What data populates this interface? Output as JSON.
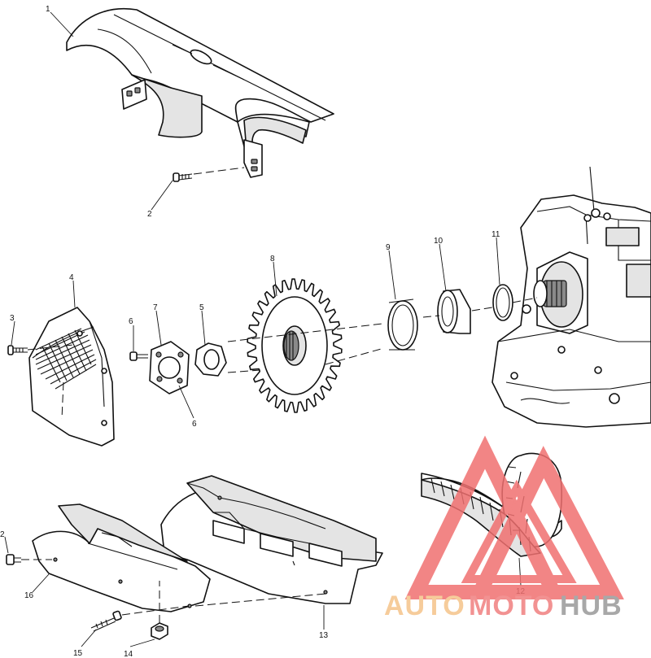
{
  "callouts": [
    {
      "id": "c1",
      "label": "1"
    },
    {
      "id": "c2a",
      "label": "2"
    },
    {
      "id": "c2b",
      "label": "2"
    },
    {
      "id": "c3",
      "label": "3"
    },
    {
      "id": "c4",
      "label": "4"
    },
    {
      "id": "c5",
      "label": "5"
    },
    {
      "id": "c6a",
      "label": "6"
    },
    {
      "id": "c6b",
      "label": "6"
    },
    {
      "id": "c7",
      "label": "7"
    },
    {
      "id": "c8",
      "label": "8"
    },
    {
      "id": "c9",
      "label": "9"
    },
    {
      "id": "c10",
      "label": "10"
    },
    {
      "id": "c11",
      "label": "11"
    },
    {
      "id": "c12",
      "label": "12"
    },
    {
      "id": "c13",
      "label": "13"
    },
    {
      "id": "c14",
      "label": "14"
    },
    {
      "id": "c15",
      "label": "15"
    },
    {
      "id": "c16",
      "label": "16"
    }
  ],
  "watermark": {
    "word_a": "AUTO",
    "word_b": "MOTO",
    "word_c": "HUB",
    "color_a": "#f5c48a",
    "color_b": "#f08080",
    "color_c": "#9a9a9a",
    "triangle_color": "#f07070"
  }
}
